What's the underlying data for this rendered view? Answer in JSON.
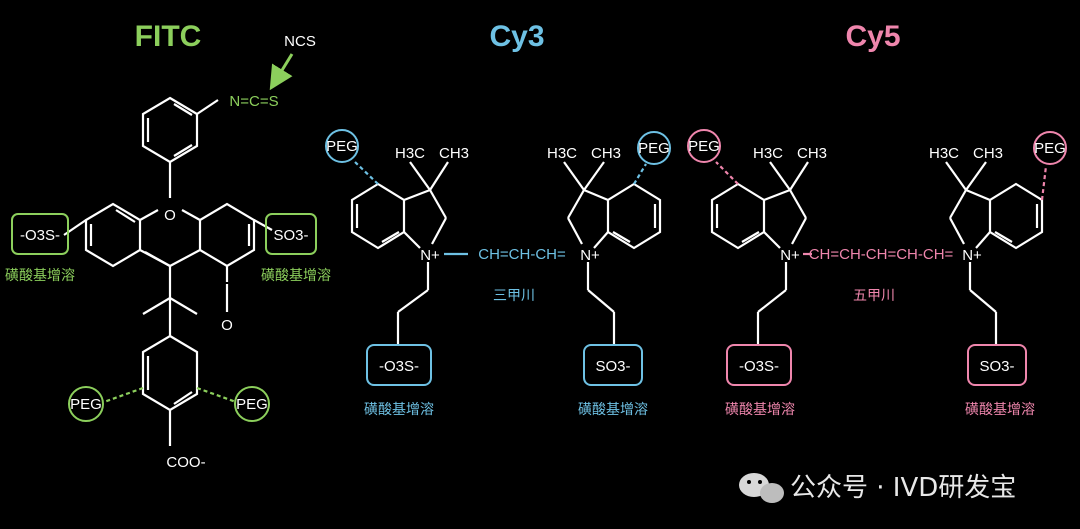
{
  "colors": {
    "fitc": "#8ccf5c",
    "cy3": "#6ec1e4",
    "cy5": "#ef86ad",
    "bond": "#ffffff",
    "background": "#000000"
  },
  "fitc": {
    "title": "FITC",
    "ncs_label": "NCS",
    "isothiocyanate": "N=C=S",
    "o_bridge": "O",
    "carbonyl": "O",
    "left_sulfo": "-O3S-",
    "right_sulfo": "SO3-",
    "left_sulfo_caption": "磺酸基增溶",
    "right_sulfo_caption": "磺酸基增溶",
    "peg_left": "PEG",
    "peg_right": "PEG",
    "carboxylate": "COO-"
  },
  "cy3": {
    "title": "Cy3",
    "peg_left": "PEG",
    "peg_right": "PEG",
    "methyl": "H3C",
    "methyl_right": "CH3",
    "chain": "CH=CH-CH=",
    "n_left": "N+",
    "n_right": "N+",
    "bridge_label": "三甲川",
    "left_sulfo": "-O3S-",
    "right_sulfo": "SO3-",
    "left_caption": "磺酸基增溶",
    "right_caption": "磺酸基增溶"
  },
  "cy5": {
    "title": "Cy5",
    "peg_left": "PEG",
    "peg_right": "PEG",
    "methyl": "H3C",
    "methyl_right": "CH3",
    "chain": "CH=CH-CH=CH-CH=",
    "n_left": "N+",
    "n_right": "N+",
    "bridge_label": "五甲川",
    "left_sulfo": "-O3S-",
    "right_sulfo": "SO3-",
    "left_caption": "磺酸基增溶",
    "right_caption": "磺酸基增溶"
  },
  "watermark": "公众号 · IVD研发宝"
}
